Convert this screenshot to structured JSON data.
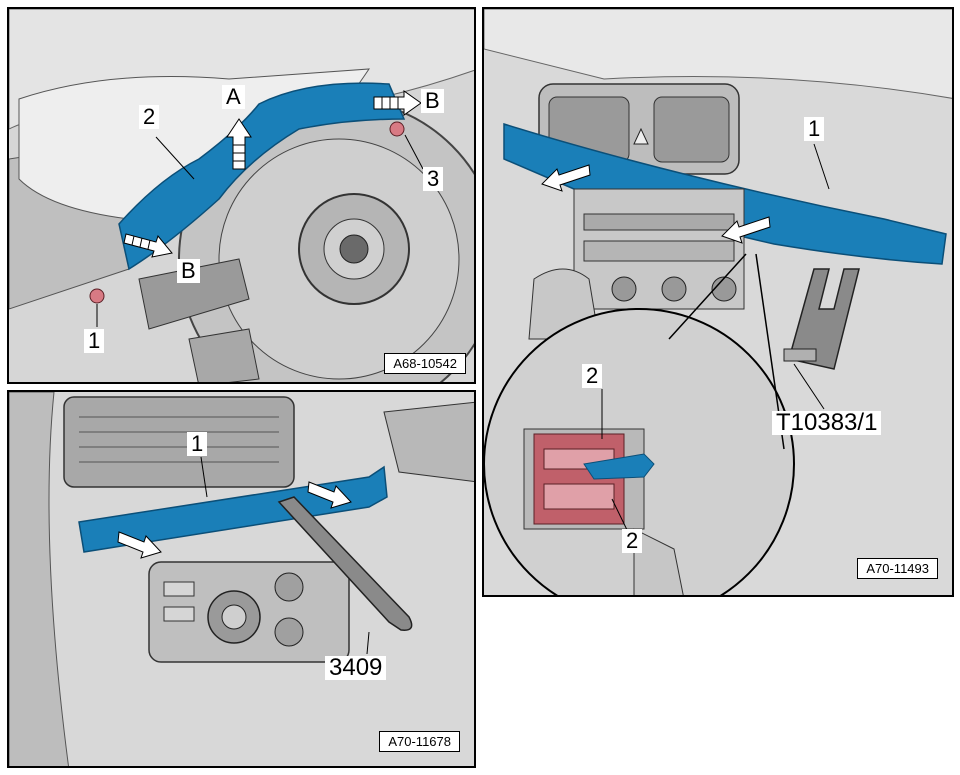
{
  "panels": {
    "top_left": {
      "ref_code": "A68-10542",
      "labels": {
        "c2": "2",
        "cA": "A",
        "cB_top": "B",
        "c3": "3",
        "cB_left": "B",
        "c1": "1"
      },
      "colors": {
        "trim": "#1a7fb8",
        "bg": "#d9d9d9"
      }
    },
    "right": {
      "ref_code": "A70-11493",
      "labels": {
        "c1": "1",
        "tool": "T10383/1",
        "c2_top": "2",
        "c2_bottom": "2"
      },
      "colors": {
        "trim": "#1a7fb8",
        "clip": "#c0606a"
      }
    },
    "bottom_left": {
      "ref_code": "A70-11678",
      "labels": {
        "c1": "1",
        "tool": "3409"
      },
      "colors": {
        "trim": "#1a7fb8"
      }
    }
  }
}
